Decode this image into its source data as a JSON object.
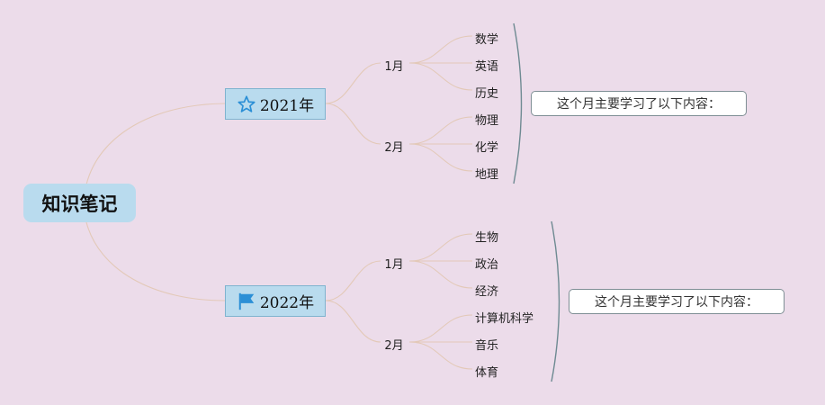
{
  "root": {
    "label": "知识笔记"
  },
  "years": [
    {
      "label": "2021年",
      "icon": "star-icon",
      "months": [
        {
          "label": "1月",
          "subjects": [
            "数学",
            "英语",
            "历史"
          ]
        },
        {
          "label": "2月",
          "subjects": [
            "物理",
            "化学",
            "地理"
          ]
        }
      ],
      "summary": "这个月主要学习了以下内容："
    },
    {
      "label": "2022年",
      "icon": "flag-icon",
      "months": [
        {
          "label": "1月",
          "subjects": [
            "生物",
            "政治",
            "经济"
          ]
        },
        {
          "label": "2月",
          "subjects": [
            "计算机科学",
            "音乐",
            "体育"
          ]
        }
      ],
      "summary": "这个月主要学习了以下内容："
    }
  ],
  "colors": {
    "background": "#ecdcea",
    "node_fill": "#b9dbee",
    "node_border": "#7fb3cf",
    "icon_blue": "#2b8fd6",
    "connector": "#e3c9b8",
    "brace": "#6e8a92"
  }
}
